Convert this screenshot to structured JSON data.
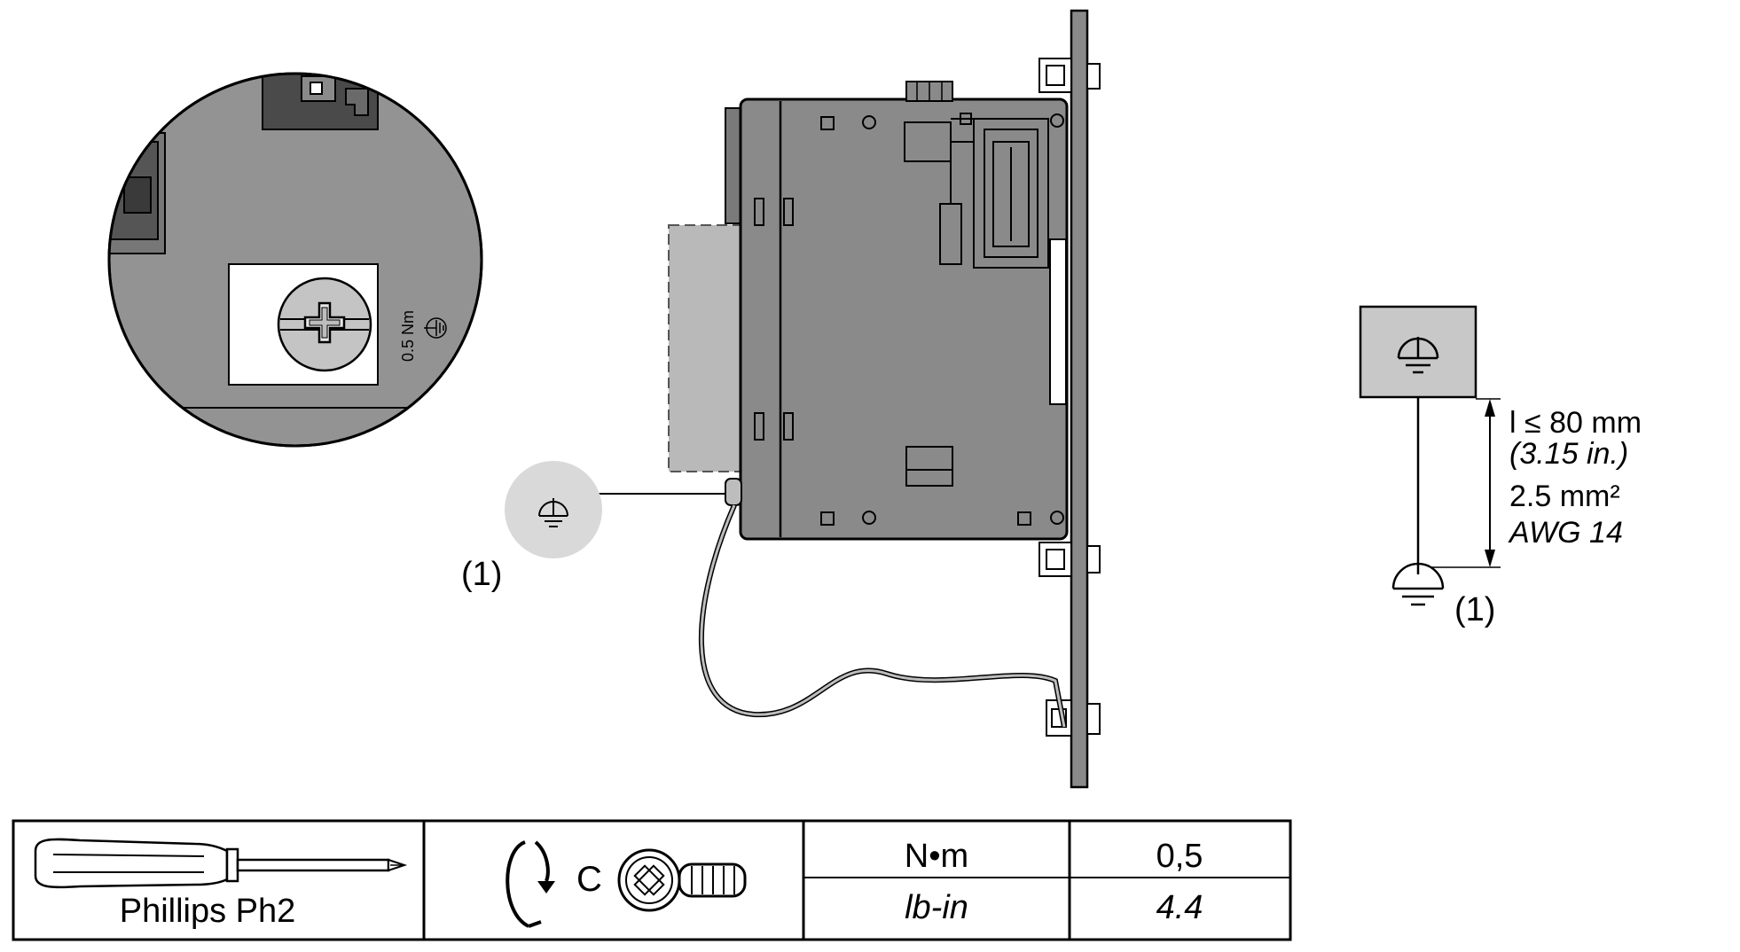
{
  "magnifier": {
    "torque_text": "0.5 Nm"
  },
  "device": {
    "callout": "(1)"
  },
  "schematic": {
    "length_text": "l ≤ 80 mm",
    "length_imperial": "(3.15 in.)",
    "section_text": "2.5 mm²",
    "gauge_text": "AWG 14",
    "callout": "(1)"
  },
  "tool_table": {
    "tool_label": "Phillips Ph2",
    "rotation_label": "C",
    "units": [
      "N•m",
      "lb-in"
    ],
    "values": [
      "0,5",
      "4.4"
    ]
  },
  "colors": {
    "device_body": "#8a8a8a",
    "magnifier_fill": "#939393",
    "accessory_dashed": "#b9b9b9",
    "ground_box": "#c8c8c8",
    "callout_circle": "#d9d9d9"
  }
}
